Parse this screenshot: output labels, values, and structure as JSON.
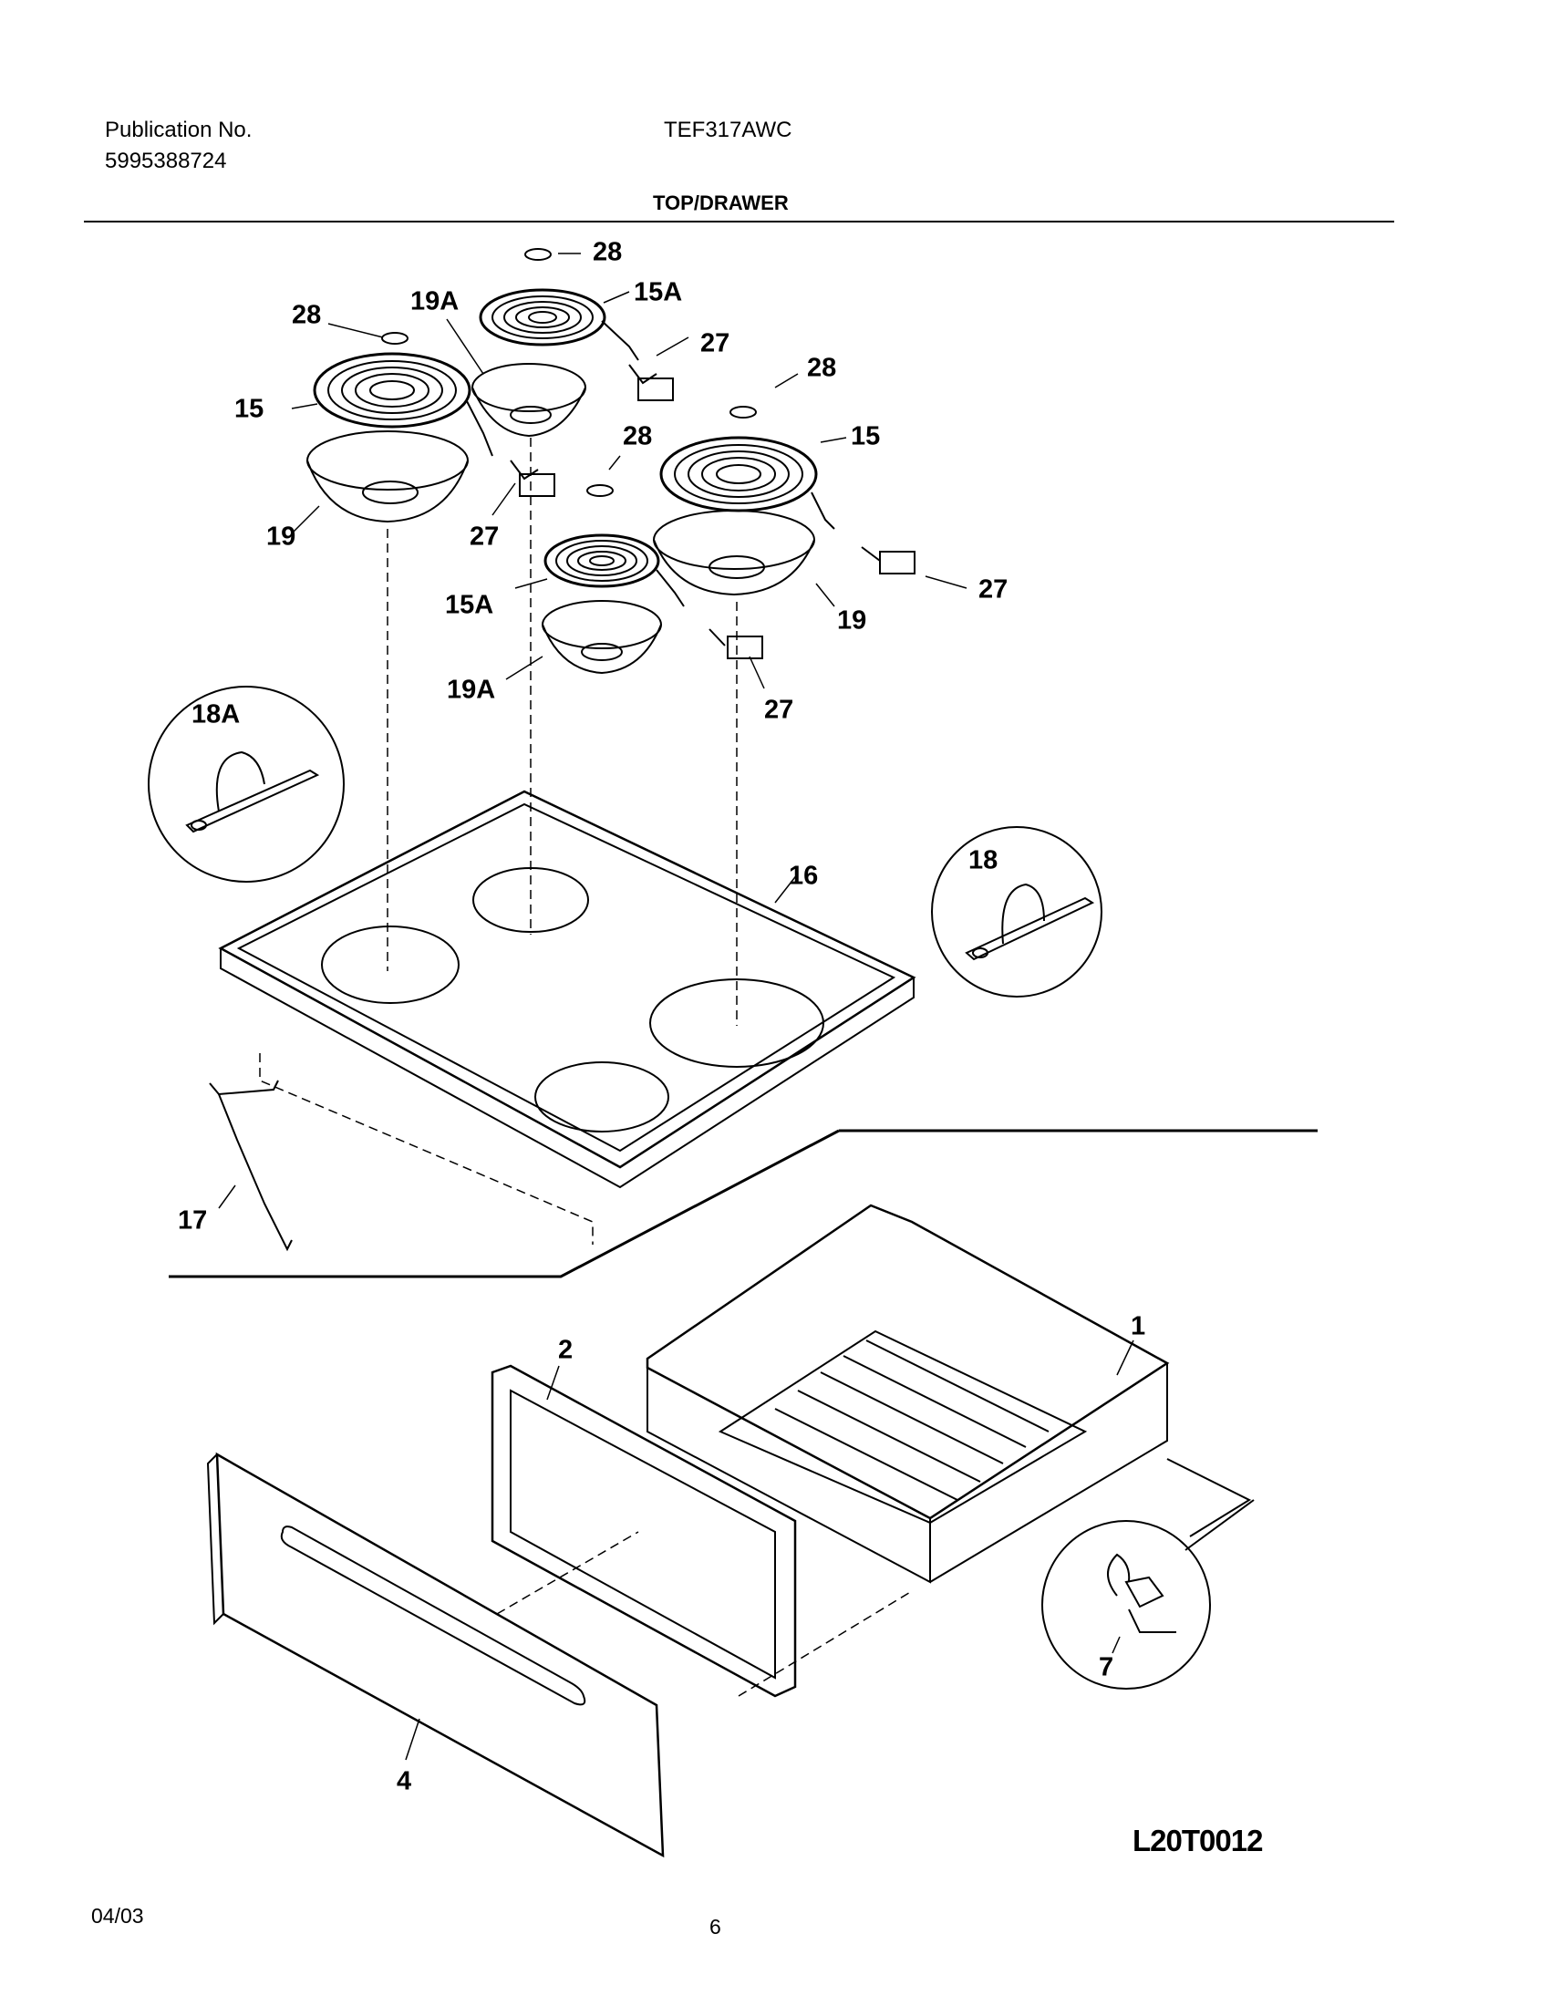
{
  "header": {
    "publication_label": "Publication No.",
    "publication_number": "5995388724",
    "model": "TEF317AWC",
    "section_title": "TOP/DRAWER"
  },
  "callouts": {
    "c28a": "28",
    "c28b": "28",
    "c28c": "28",
    "c28d": "28",
    "c19A_top": "19A",
    "c15A_top": "15A",
    "c27a": "27",
    "c27b": "27",
    "c27c": "27",
    "c27d": "27",
    "c15_left": "15",
    "c15_right": "15",
    "c19_left": "19",
    "c19_right": "19",
    "c15A_bottom": "15A",
    "c19A_bottom": "19A",
    "c18A": "18A",
    "c18": "18",
    "c16": "16",
    "c17": "17",
    "c1": "1",
    "c2": "2",
    "c4": "4",
    "c7": "7"
  },
  "footer": {
    "diagram_code": "L20T0012",
    "date": "04/03",
    "page": "6"
  }
}
